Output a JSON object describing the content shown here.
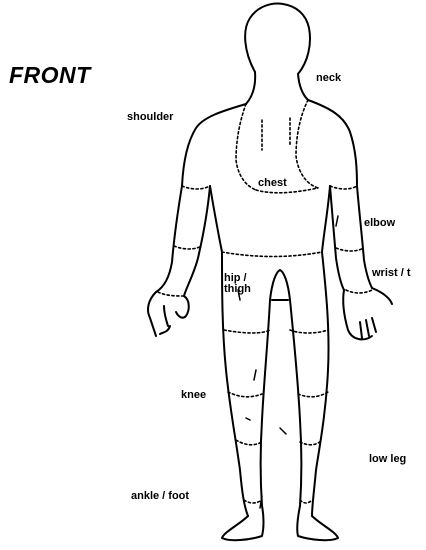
{
  "title": "FRONT",
  "labels": {
    "neck": "neck",
    "shoulder": "shoulder",
    "chest": "chest",
    "elbow": "elbow",
    "wrist": "wrist / t",
    "hip_line1": "hip /",
    "hip_line2": "thigh",
    "knee": "knee",
    "low_leg": "low leg",
    "ankle_foot": "ankle / foot"
  },
  "colors": {
    "ink": "#000000",
    "background": "#ffffff"
  }
}
